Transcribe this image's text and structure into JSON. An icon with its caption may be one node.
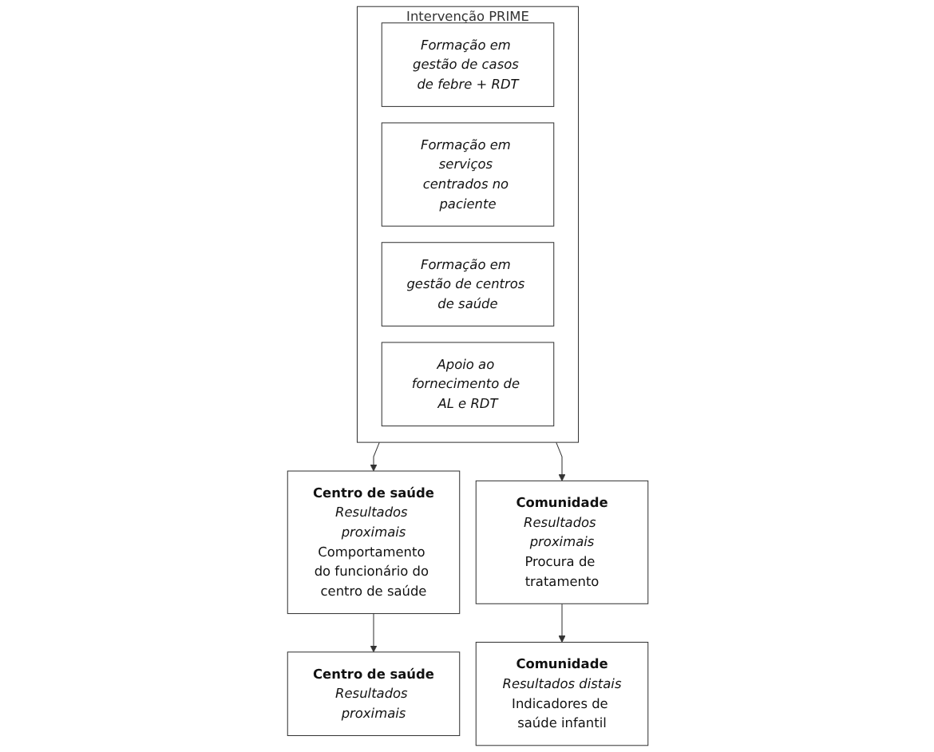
{
  "diagram": {
    "nodes": [
      {
        "text": [
          "Intervenção PRIME"
        ]
      },
      {
        "text": [
          "Formação em gestão de casos de febre + RDT"
        ],
        "in": 0
      },
      {
        "text": [
          "Formação em serviços centrados no paciente"
        ],
        "in": 0
      },
      {
        "text": [
          "Formação em gestão de centros de saúde"
        ],
        "in": 0
      },
      {
        "text": [
          "Apoio ao fornecimento de AL e RDT"
        ],
        "in": 0
      },
      {
        "text": [
          "Centro de saúde",
          "Resultados proximais",
          "Comportamento do funcionário do centro de saúde"
        ]
      },
      {
        "text": [
          "Centro de saúde",
          "Resultados proximais"
        ]
      },
      {
        "text": [
          "Comunidade",
          "Resultados proximais",
          "Procura de tratamento"
        ]
      },
      {
        "text": [
          "Comunidade",
          "Resultados distais",
          "Indicadores de saúde infantil"
        ]
      }
    ],
    "edges": [
      {
        "from": 0,
        "to": 5,
        "arrow": "to"
      },
      {
        "from": 0,
        "to": 7,
        "arrow": "to"
      },
      {
        "from": 5,
        "to": 6,
        "arrow": "to"
      },
      {
        "from": 7,
        "to": 8,
        "arrow": "to"
      }
    ]
  }
}
